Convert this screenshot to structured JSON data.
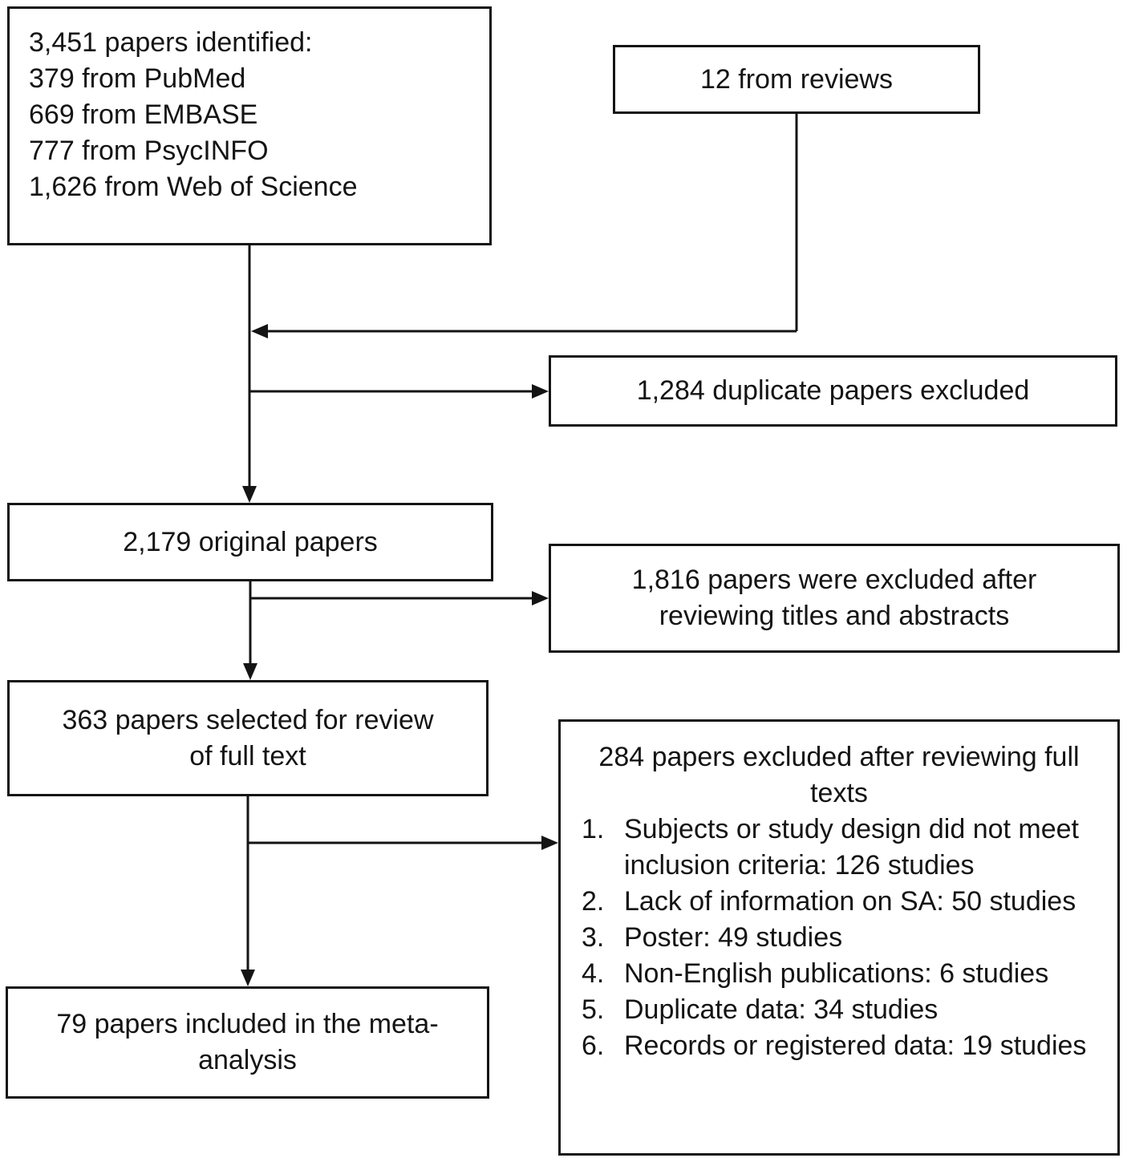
{
  "diagram": {
    "colors": {
      "ink": "#141414",
      "background": "#ffffff"
    },
    "boxes": {
      "identified": {
        "lines": [
          "3,451 papers identified:",
          "379 from PubMed",
          "669 from EMBASE",
          "777 from PsycINFO",
          "1,626 from Web of Science"
        ]
      },
      "reviews": {
        "text": "12 from reviews"
      },
      "duplicates": {
        "text": "1,284 duplicate papers excluded"
      },
      "original": {
        "text": "2,179 original papers"
      },
      "titles_abstracts": {
        "lines": [
          "1,816 papers were excluded after",
          "reviewing titles and abstracts"
        ]
      },
      "fulltext_review": {
        "lines": [
          "363 papers selected for review",
          "of full text"
        ]
      },
      "excluded_fulltext": {
        "heading_lines": [
          "284 papers excluded after reviewing full",
          "texts"
        ],
        "items": [
          {
            "num": "1.",
            "text": "Subjects or study design did not meet inclusion criteria: 126 studies"
          },
          {
            "num": "2.",
            "text": "Lack of information on SA: 50 studies"
          },
          {
            "num": "3.",
            "text": "Poster: 49 studies"
          },
          {
            "num": "4.",
            "text": "Non-English publications: 6 studies"
          },
          {
            "num": "5.",
            "text": "Duplicate data: 34 studies"
          },
          {
            "num": "6.",
            "text": "Records or registered data: 19 studies"
          }
        ]
      },
      "meta_analysis": {
        "lines": [
          "79 papers included in the meta-",
          "analysis"
        ]
      }
    }
  }
}
